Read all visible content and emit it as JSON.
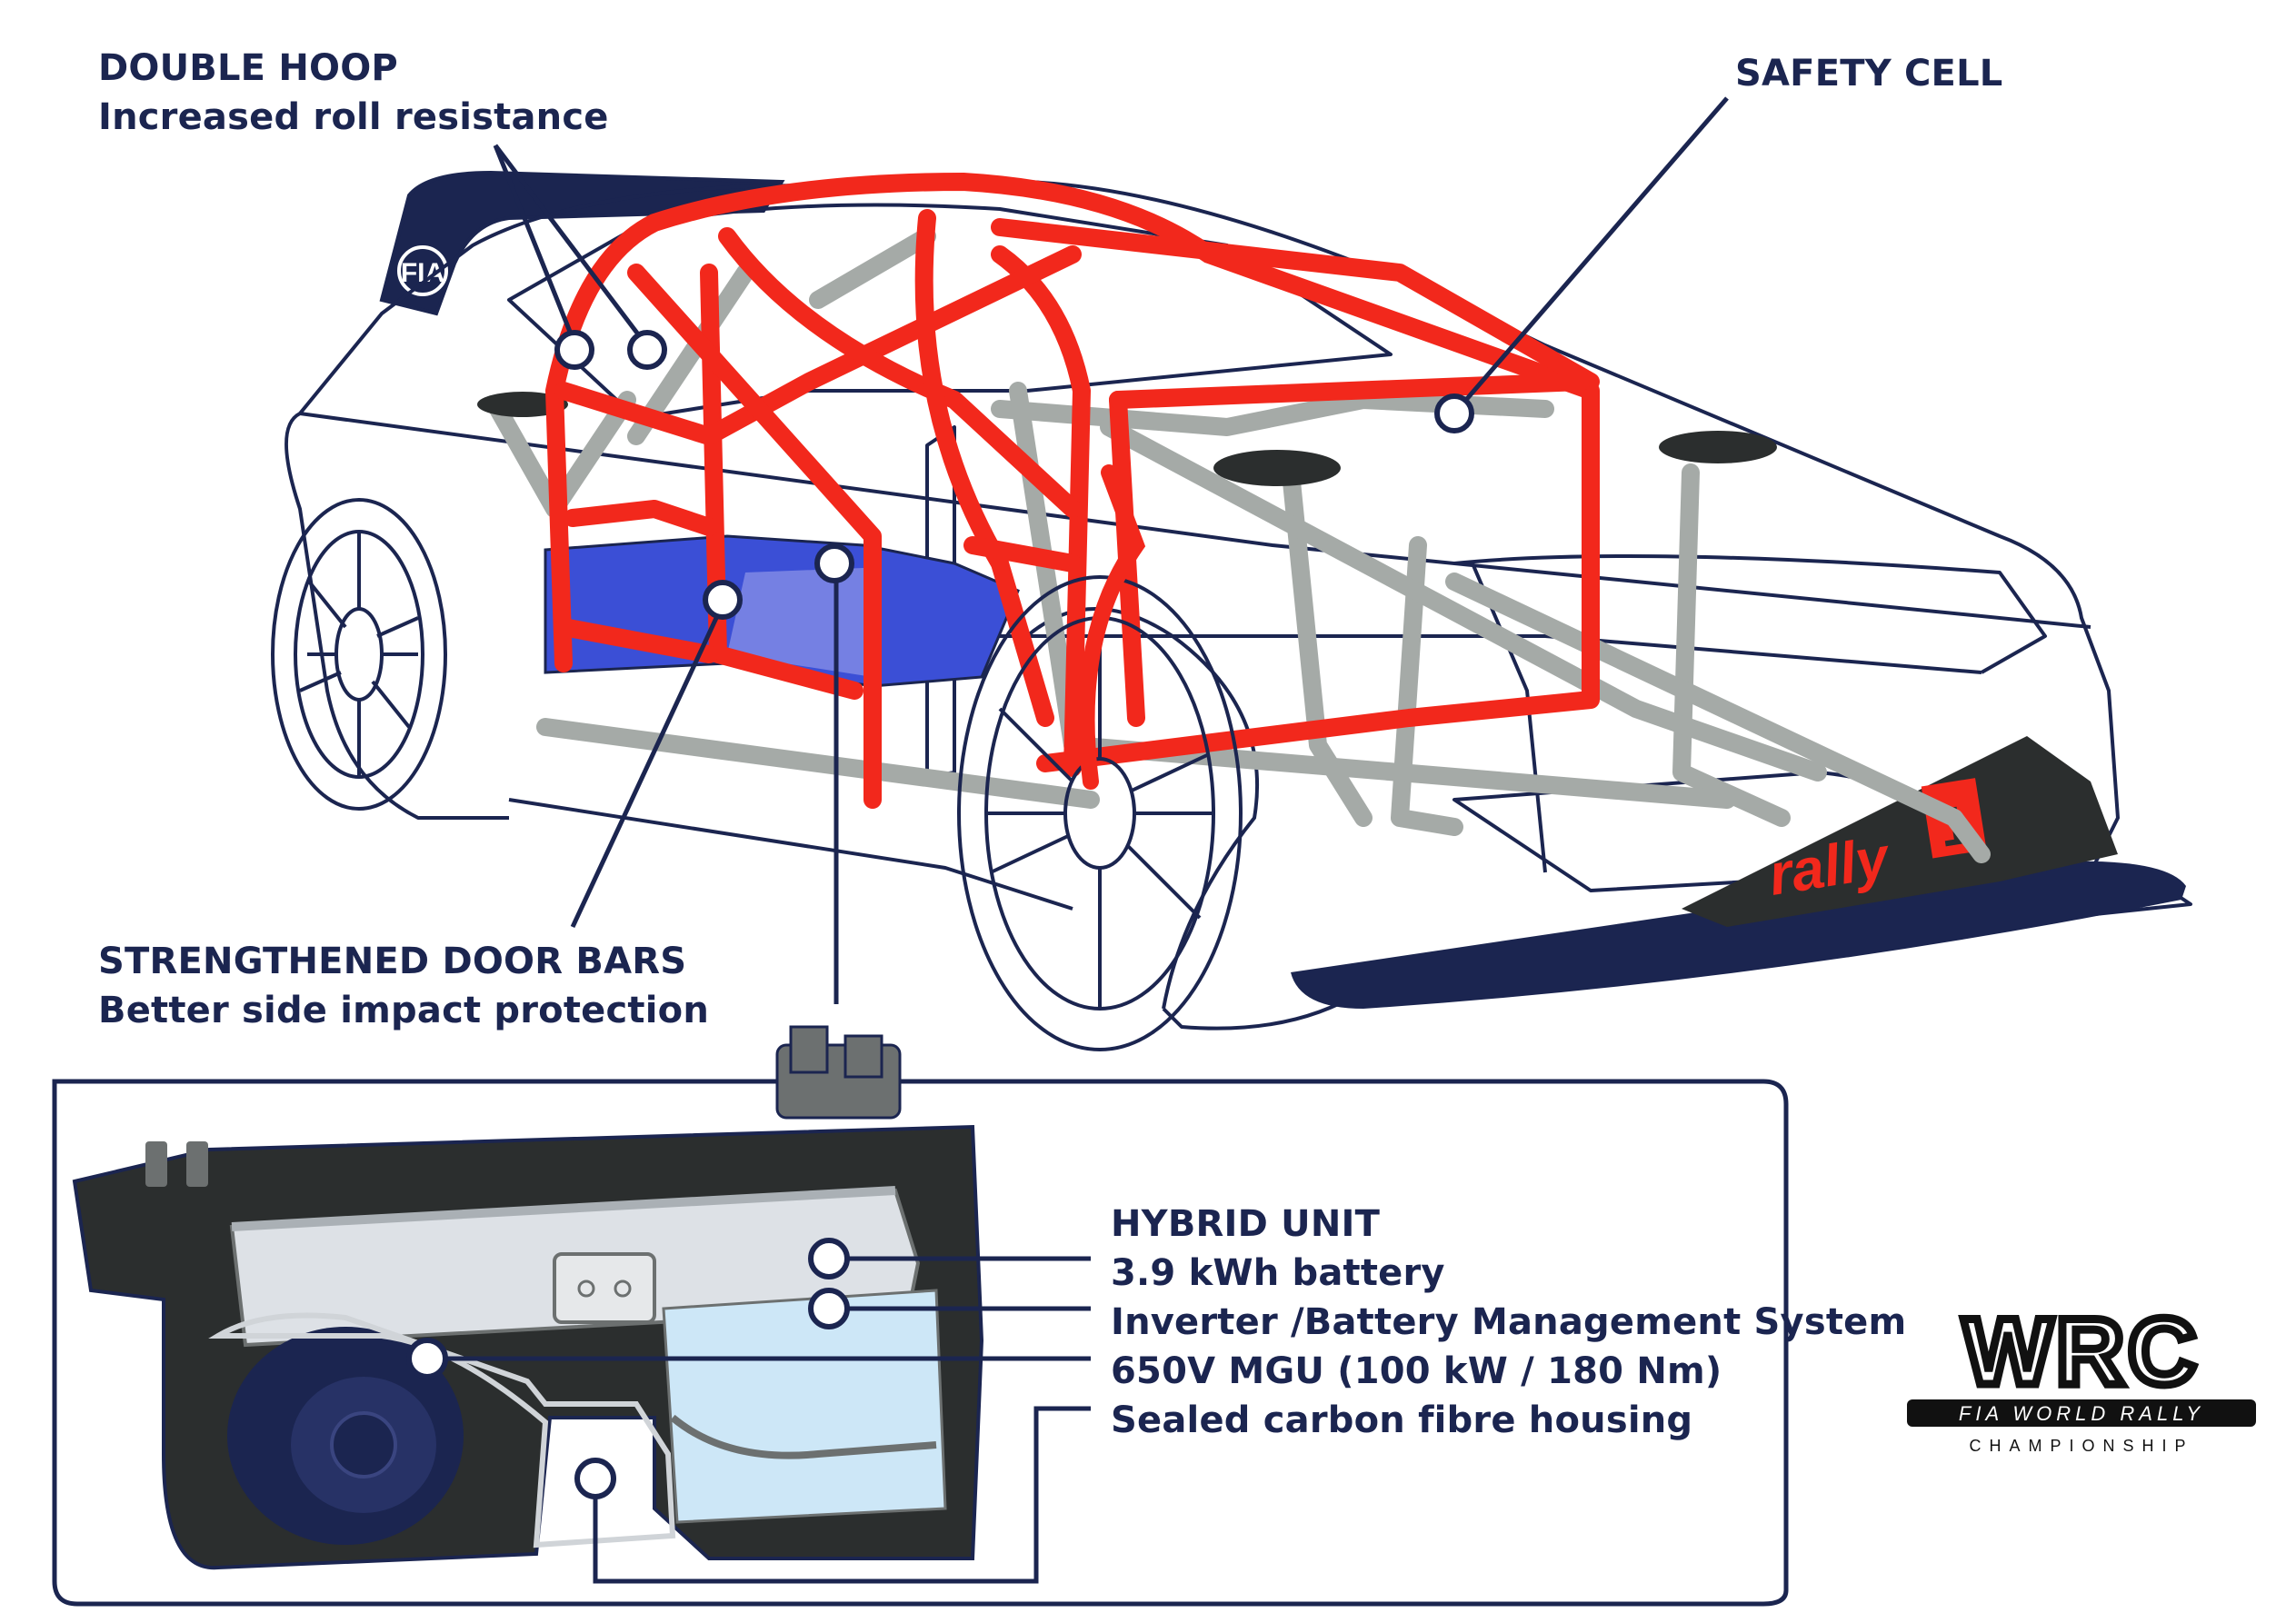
{
  "labels": {
    "double_hoop": {
      "title": "DOUBLE HOOP",
      "subtitle": "Increased roll resistance"
    },
    "safety_cell": {
      "title": "SAFETY CELL"
    },
    "door_bars": {
      "title": "STRENGTHENED DOOR BARS",
      "subtitle": "Better side impact protection"
    },
    "hybrid_unit": {
      "title": "HYBRID UNIT",
      "items": [
        "3.9 kWh battery",
        "Inverter /Battery Management System",
        "650V MGU (100 kW / 180 Nm)",
        "Sealed carbon fibre housing"
      ]
    }
  },
  "car_badges": {
    "fia": "FIA",
    "rally1_word": "rally",
    "rally1_number": "1"
  },
  "logo": {
    "mark": "WRC",
    "line1": "FIA WORLD RALLY",
    "line2": "CHAMPIONSHIP"
  },
  "colors": {
    "navy": "#1b2550",
    "cage_red": "#f2281c",
    "structure_grey": "#a5aaa7",
    "battery_blue": "#3b4fd6",
    "housing_dark": "#2b2e2e"
  }
}
